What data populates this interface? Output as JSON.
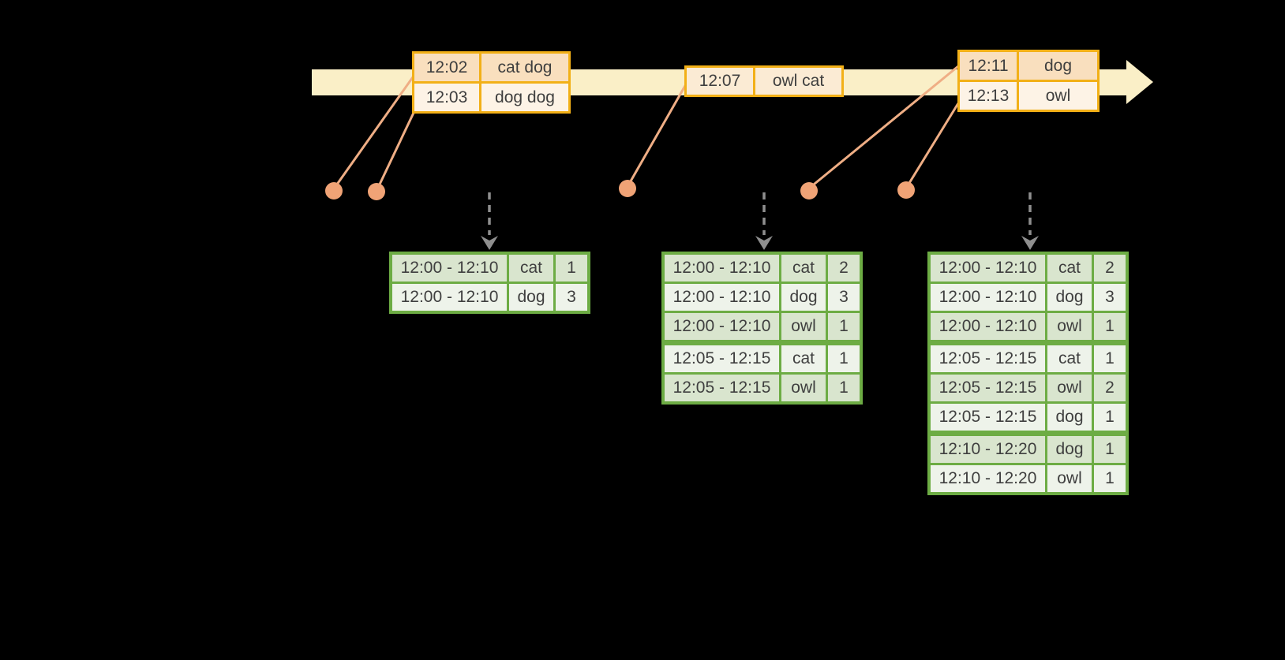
{
  "colors": {
    "background": "#000000",
    "timeline_fill": "#FAEFC7",
    "event_border": "#F2B017",
    "event_row_dark": "#F9DFBE",
    "event_row_light": "#FDF3E6",
    "event_row_mid": "#FBEBD4",
    "connector": "#EFAE85",
    "dot": "#F0A376",
    "dashed_arrow": "#8F8F8F",
    "table_border": "#6DAC44",
    "table_row_dark": "#D9E5CE",
    "table_row_light": "#EEF3EA",
    "text": "#3F3F3F"
  },
  "event_groups": [
    {
      "rows": [
        {
          "time": "12:02",
          "words": "cat dog"
        },
        {
          "time": "12:03",
          "words": "dog dog"
        }
      ]
    },
    {
      "rows": [
        {
          "time": "12:07",
          "words": "owl cat"
        }
      ]
    },
    {
      "rows": [
        {
          "time": "12:11",
          "words": "dog"
        },
        {
          "time": "12:13",
          "words": "owl"
        }
      ]
    }
  ],
  "result_tables": [
    {
      "rows": [
        {
          "window": "12:00 - 12:10",
          "word": "cat",
          "count": "1"
        },
        {
          "window": "12:00 - 12:10",
          "word": "dog",
          "count": "3"
        }
      ]
    },
    {
      "rows": [
        {
          "window": "12:00 - 12:10",
          "word": "cat",
          "count": "2"
        },
        {
          "window": "12:00 - 12:10",
          "word": "dog",
          "count": "3"
        },
        {
          "window": "12:00 - 12:10",
          "word": "owl",
          "count": "1"
        },
        {
          "window": "12:05 - 12:15",
          "word": "cat",
          "count": "1"
        },
        {
          "window": "12:05 - 12:15",
          "word": "owl",
          "count": "1"
        }
      ]
    },
    {
      "rows": [
        {
          "window": "12:00 - 12:10",
          "word": "cat",
          "count": "2"
        },
        {
          "window": "12:00 - 12:10",
          "word": "dog",
          "count": "3"
        },
        {
          "window": "12:00 - 12:10",
          "word": "owl",
          "count": "1"
        },
        {
          "window": "12:05 - 12:15",
          "word": "cat",
          "count": "1"
        },
        {
          "window": "12:05 - 12:15",
          "word": "owl",
          "count": "2"
        },
        {
          "window": "12:05 - 12:15",
          "word": "dog",
          "count": "1"
        },
        {
          "window": "12:10 - 12:20",
          "word": "dog",
          "count": "1"
        },
        {
          "window": "12:10 - 12:20",
          "word": "owl",
          "count": "1"
        }
      ]
    }
  ]
}
